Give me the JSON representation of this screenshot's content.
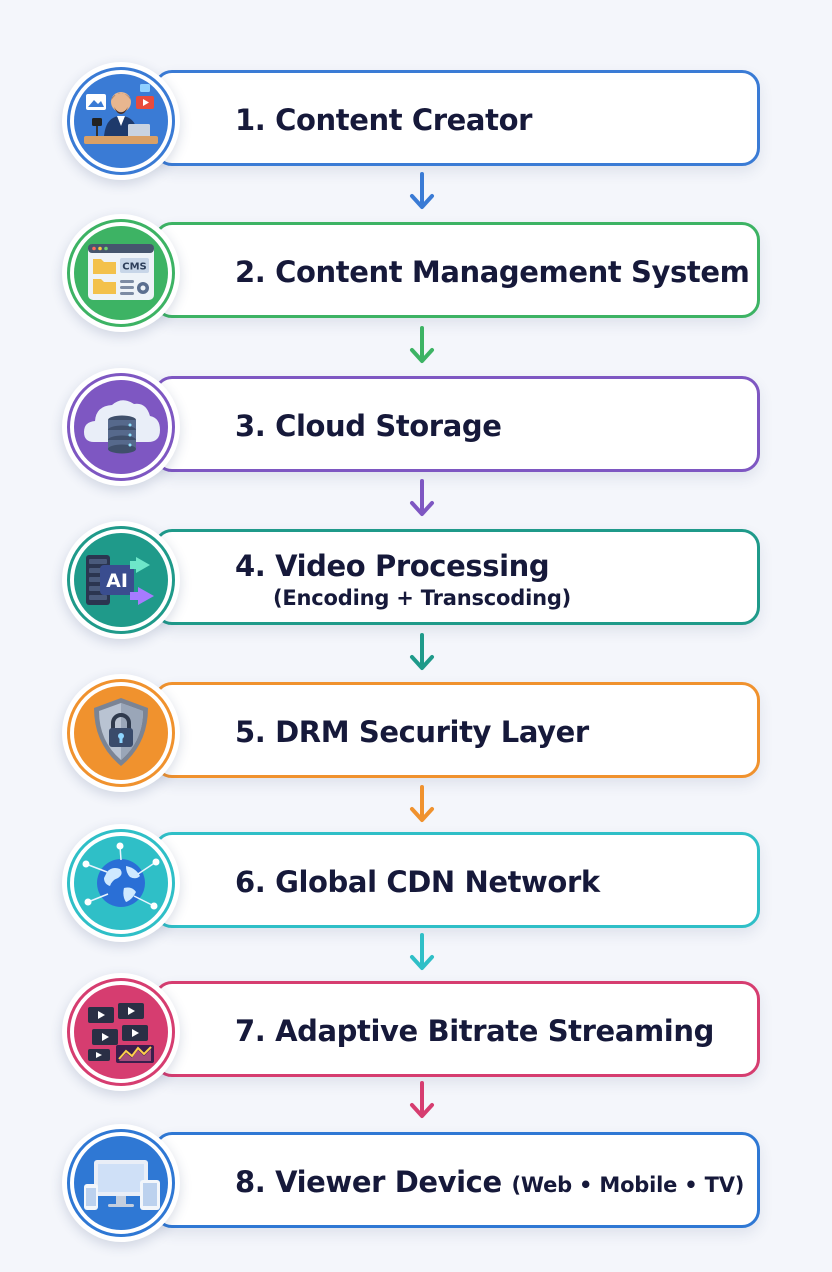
{
  "steps": [
    {
      "title": "1. Content Creator",
      "accent": "#3a7bd5",
      "icon": "content-creator-icon"
    },
    {
      "title": "2. Content Management System",
      "accent": "#3db364",
      "icon": "cms-icon",
      "icon_text": "CMS"
    },
    {
      "title": "3. Cloud Storage",
      "accent": "#7e57c2",
      "icon": "cloud-storage-icon"
    },
    {
      "title": "4. Video Processing",
      "subtitle": "(Encoding + Transcoding)",
      "accent": "#1f9a8a",
      "icon": "ai-processing-icon",
      "icon_text": "AI"
    },
    {
      "title": "5. DRM Security Layer",
      "accent": "#f0922e",
      "icon": "shield-lock-icon"
    },
    {
      "title": "6. Global CDN Network",
      "accent": "#2fbfc7",
      "icon": "globe-network-icon"
    },
    {
      "title": "7. Adaptive Bitrate Streaming",
      "accent": "#d63d70",
      "icon": "streaming-icon"
    },
    {
      "title": "8. Viewer Device",
      "title_note": "(Web • Mobile • TV)",
      "accent": "#2f78d4",
      "icon": "devices-icon"
    }
  ]
}
